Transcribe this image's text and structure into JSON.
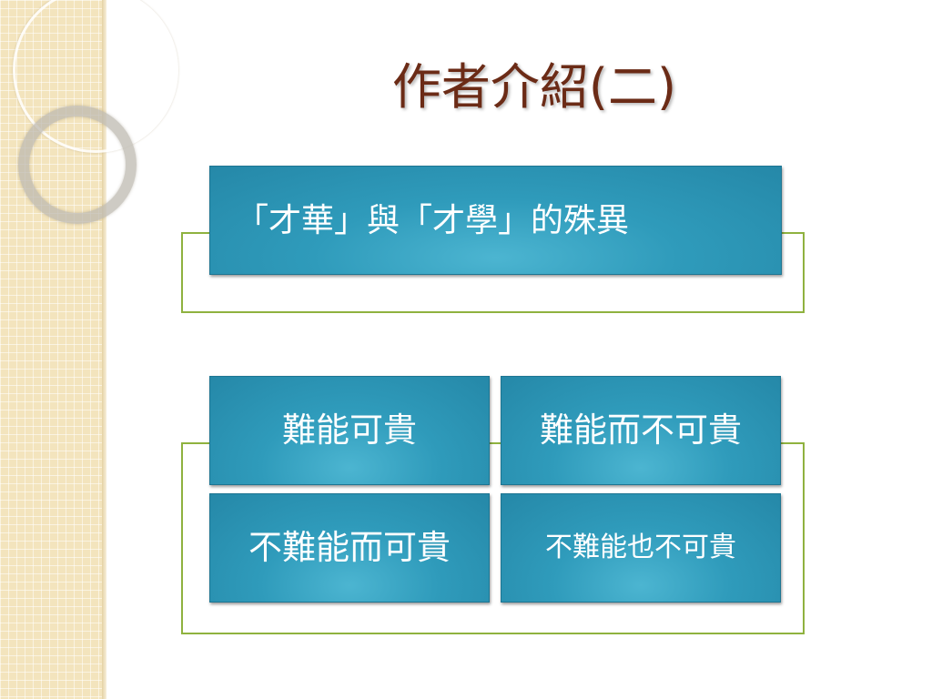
{
  "slide": {
    "title": "作者介紹(二)"
  },
  "comparison_header": {
    "label": "「才華」與「才學」的殊異"
  },
  "comparison_grid": {
    "cells": [
      {
        "label": "難能可貴"
      },
      {
        "label": "難能而不可貴"
      },
      {
        "label": "不難能而可貴"
      },
      {
        "label": "不難能也不可貴"
      }
    ]
  },
  "theme": {
    "box_color": "#2f9bbb",
    "frame_color": "#8fb23f",
    "title_color": "#6b2b16",
    "side_strip_color": "#f3e4bd"
  }
}
